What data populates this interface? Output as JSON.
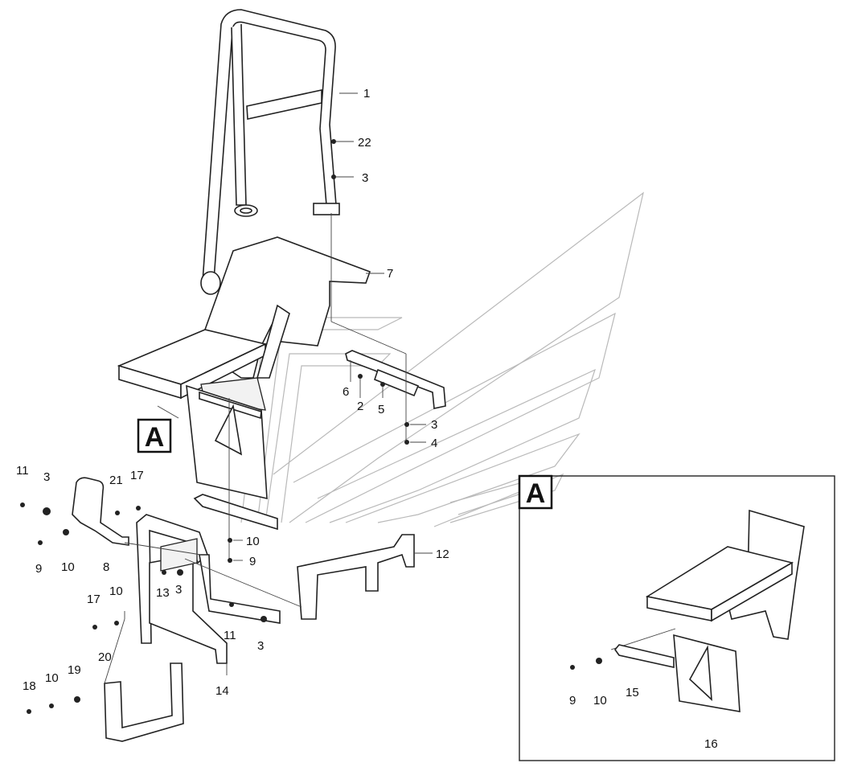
{
  "diagram": {
    "detail_view_label": "A",
    "callout_label": "A",
    "part_numbers": [
      {
        "id": "p1",
        "text": "1"
      },
      {
        "id": "p22",
        "text": "22"
      },
      {
        "id": "p3a",
        "text": "3"
      },
      {
        "id": "p7",
        "text": "7"
      },
      {
        "id": "p6",
        "text": "6"
      },
      {
        "id": "p2",
        "text": "2"
      },
      {
        "id": "p5",
        "text": "5"
      },
      {
        "id": "p3b",
        "text": "3"
      },
      {
        "id": "p4",
        "text": "4"
      },
      {
        "id": "p11a",
        "text": "11"
      },
      {
        "id": "p3c",
        "text": "3"
      },
      {
        "id": "p21",
        "text": "21"
      },
      {
        "id": "p17a",
        "text": "17"
      },
      {
        "id": "p9a",
        "text": "9"
      },
      {
        "id": "p10a",
        "text": "10"
      },
      {
        "id": "p8",
        "text": "8"
      },
      {
        "id": "p10b",
        "text": "10"
      },
      {
        "id": "p9b",
        "text": "9"
      },
      {
        "id": "p12",
        "text": "12"
      },
      {
        "id": "p13",
        "text": "13"
      },
      {
        "id": "p3d",
        "text": "3"
      },
      {
        "id": "p17b",
        "text": "17"
      },
      {
        "id": "p10c",
        "text": "10"
      },
      {
        "id": "p11b",
        "text": "11"
      },
      {
        "id": "p3e",
        "text": "3"
      },
      {
        "id": "p14",
        "text": "14"
      },
      {
        "id": "p20",
        "text": "20"
      },
      {
        "id": "p18",
        "text": "18"
      },
      {
        "id": "p10d",
        "text": "10"
      },
      {
        "id": "p19",
        "text": "19"
      },
      {
        "id": "p9c",
        "text": "9"
      },
      {
        "id": "p10e",
        "text": "10"
      },
      {
        "id": "p15",
        "text": "15"
      },
      {
        "id": "p16",
        "text": "16"
      }
    ]
  }
}
